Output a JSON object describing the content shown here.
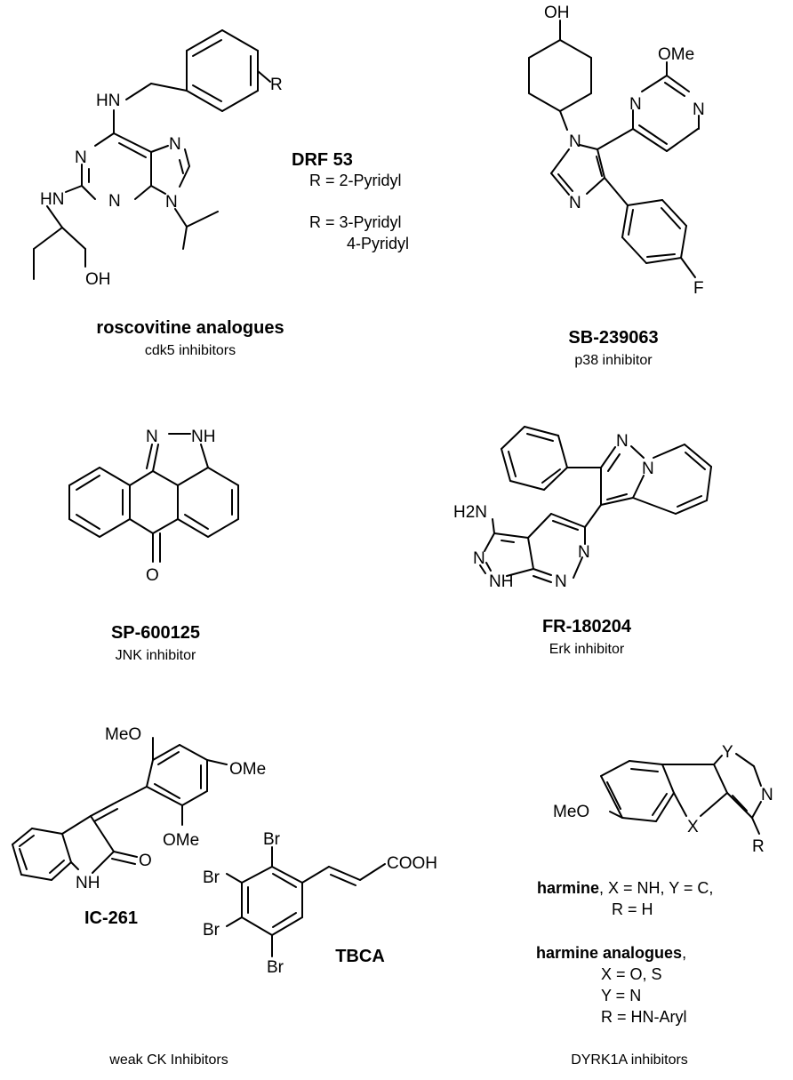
{
  "compounds": [
    {
      "name": "roscovitine analogues",
      "caption": "cdk5 inhibitors",
      "atoms": {
        "hn_top": "HN",
        "r": "R",
        "n_a": "N",
        "n_b": "N",
        "n_c": "N",
        "n_d": "N",
        "hn_left": "HN",
        "oh": "OH"
      }
    },
    {
      "name": "SB-239063",
      "caption": "p38 inhibitor",
      "atoms": {
        "oh": "OH",
        "ome": "OMe",
        "n_a": "N",
        "n_b": "N",
        "n_c": "N",
        "n_d": "N",
        "f": "F"
      }
    },
    {
      "name": "SP-600125",
      "caption": "JNK inhibitor",
      "atoms": {
        "n": "N",
        "nh": "NH",
        "o": "O"
      }
    },
    {
      "name": "FR-180204",
      "caption": "Erk inhibitor",
      "atoms": {
        "n_a": "N",
        "n_b": "N",
        "h2n": "H2N",
        "n_c": "N",
        "nh": "NH",
        "n_d": "N",
        "n_e": "N"
      }
    },
    {
      "name": "IC-261",
      "caption": "",
      "atoms": {
        "meo": "MeO",
        "ome_a": "OMe",
        "ome_b": "OMe",
        "o": "O",
        "nh": "NH"
      }
    },
    {
      "name": "TBCA",
      "caption": "",
      "atoms": {
        "br1": "Br",
        "br2": "Br",
        "br3": "Br",
        "br4": "Br",
        "cooh": "COOH"
      }
    },
    {
      "name": "harmine",
      "caption": "",
      "atoms": {
        "meo": "MeO",
        "y": "Y",
        "n": "N",
        "x": "X",
        "r": "R"
      }
    }
  ],
  "drf53": {
    "label": "DRF 53",
    "line1": "R = 2-Pyridyl",
    "line2": "R = 3-Pyridyl",
    "line3": "4-Pyridyl"
  },
  "harmine_text": {
    "name": "harmine",
    "rest1": ", X = NH, Y = C,",
    "line2": "R = H",
    "analogues": "harmine analogues",
    "comma": ",",
    "a1": "X = O, S",
    "a2": "Y = N",
    "a3": "R = HN-Aryl"
  },
  "group_labels": {
    "left": "weak CK Inhibitors",
    "right": "DYRK1A inhibitors"
  }
}
